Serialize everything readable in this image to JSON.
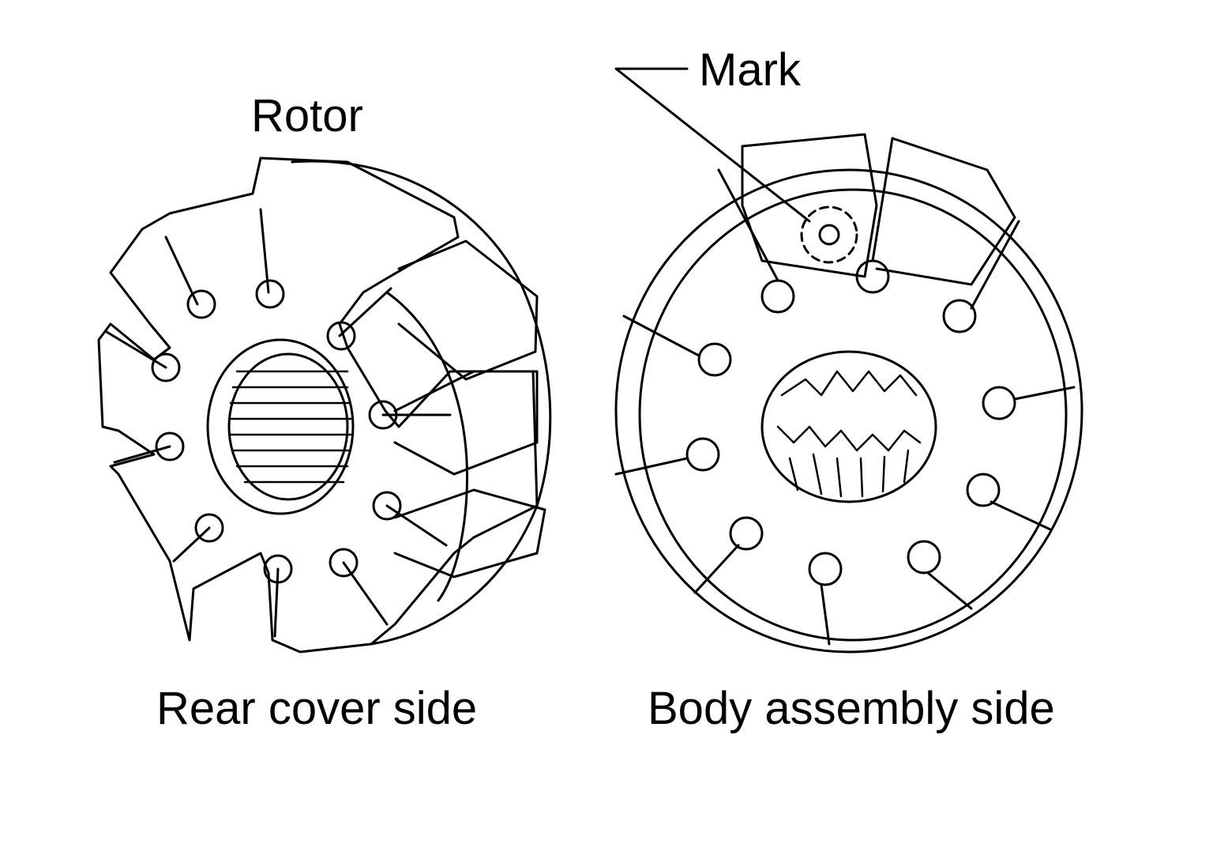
{
  "labels": {
    "rotor": "Rotor",
    "mark": "Mark",
    "rear_cover_side": "Rear cover side",
    "body_assembly_side": "Body assembly side"
  },
  "colors": {
    "ink": "#000000",
    "paper": "#ffffff"
  }
}
